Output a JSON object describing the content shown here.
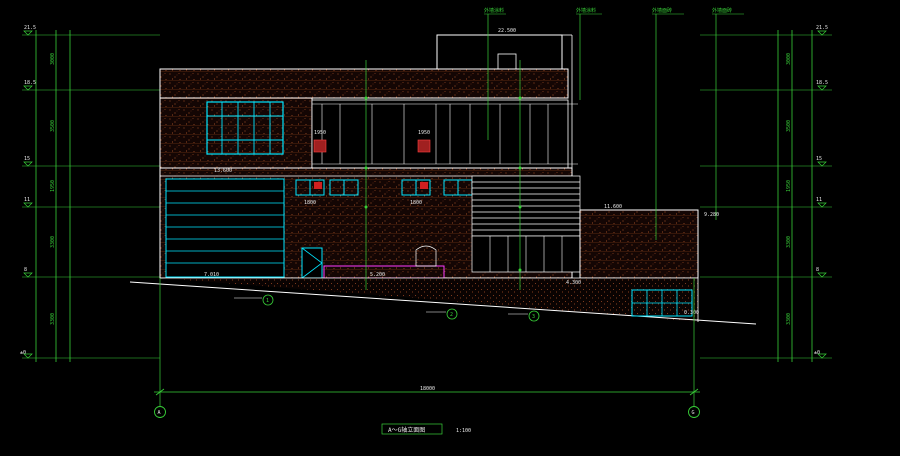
{
  "drawing": {
    "title": "A～G轴立面图",
    "scale": "1:100",
    "overall_dimension": "18000",
    "axis_left": "A",
    "axis_right": "G",
    "colors": {
      "background": "#000000",
      "dimension": "#38d038",
      "outline": "#ffffff",
      "window": "#00e5ff",
      "wall_texture": "#b85a2c",
      "door": "#ff3cff",
      "vent": "#d23030"
    }
  },
  "levels_left": [
    {
      "elev": "21.5",
      "label": "21.500"
    },
    {
      "elev": "18.5",
      "label": "18.500"
    },
    {
      "elev": "15",
      "label": "15.000"
    },
    {
      "elev": "11",
      "label": "11.000"
    },
    {
      "elev": "8",
      "label": "8.000"
    },
    {
      "elev": "±0",
      "label": "±0.000"
    }
  ],
  "dims_left": [
    "3000",
    "3500",
    "1950",
    "3300",
    "3300"
  ],
  "callouts_top": [
    "外墙涂料",
    "外墙涂料",
    "外墙面砖",
    "外墙面砖"
  ],
  "annotations": {
    "roof_elev": "22.500",
    "floor_elev_1": "13.600",
    "floor_elev_2": "11.600",
    "garage_elev": "7.010",
    "ground_elev_1": "5.200",
    "ground_elev_2": "4.300",
    "ground_elev_3": "0.300",
    "side_elev": "9.280",
    "vent_label_1": "1950",
    "vent_label_2": "1950",
    "window_dim": "1800",
    "section_1": "1",
    "section_2": "2",
    "section_3": "3"
  }
}
